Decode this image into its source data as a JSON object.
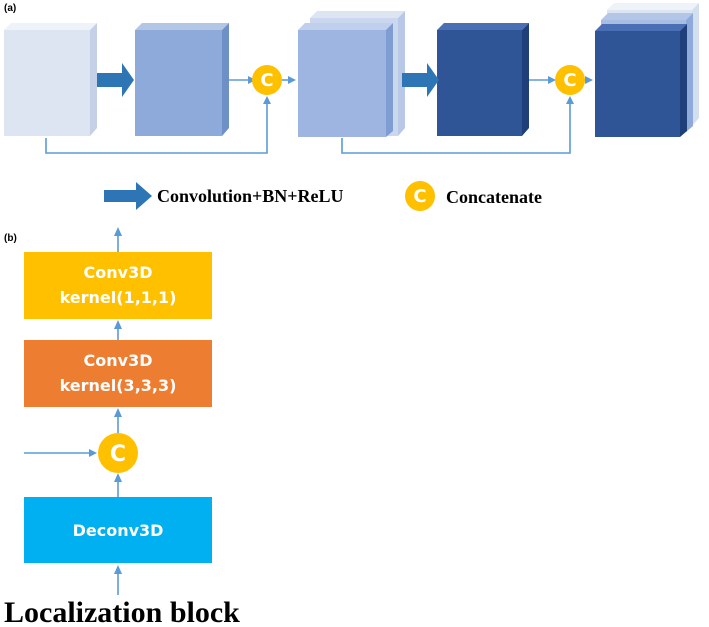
{
  "panel_a": {
    "label": "(a)",
    "legend": {
      "conv_label": "Convolution+BN+ReLU",
      "concat_symbol": "C",
      "concat_label": "Concatenate"
    },
    "concat_symbol": "C"
  },
  "panel_b": {
    "label": "(b)",
    "blocks": {
      "conv_1x1": {
        "line1": "Conv3D",
        "line2": "kernel(1,1,1)"
      },
      "conv_3x3": {
        "line1": "Conv3D",
        "line2": "kernel(3,3,3)"
      },
      "deconv": {
        "line1": "Deconv3D"
      }
    },
    "concat_symbol": "C",
    "title": "Localization block"
  },
  "colors": {
    "cube_lightest": "#dde5f3",
    "cube_light": "#8eaadb",
    "cube_mid": "#9db5e0",
    "cube_dark": "#2f5597",
    "arrow_blue": "#2e75b6",
    "connector": "#5b9bd5",
    "concat_yellow": "#ffc000",
    "block_yellow": "#ffc000",
    "block_orange": "#ed7d31",
    "block_cyan": "#00b0f0"
  }
}
